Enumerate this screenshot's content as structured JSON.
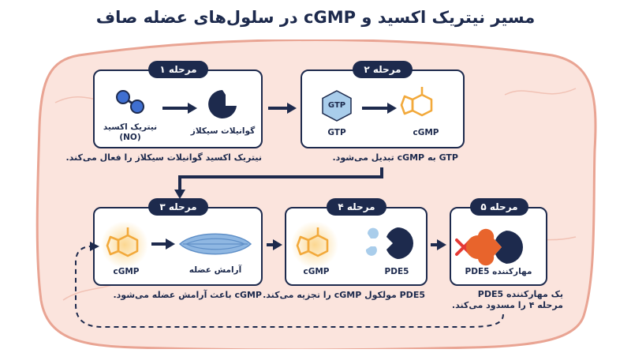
{
  "title": "مسیر نیتریک اکسید و cGMP در سلول‌های عضله صاف",
  "colors": {
    "navy": "#1d2a4d",
    "cell_fill": "#fbe4dd",
    "cell_border": "#e9a493",
    "molecule_orange": "#f2a93b",
    "no_blue": "#3f6fd1",
    "gtp_blue": "#a9cdeb",
    "muscle_blue": "#8fb7e2",
    "block_red": "#e53935",
    "inhibitor_orange": "#e8642c",
    "pde5_light": "#a9cdeb"
  },
  "steps": [
    {
      "tag": "مرحله ۱",
      "labels": [
        "نیتریک اکسید",
        "(NO)",
        "گوانیلات سیکلاز"
      ],
      "caption": "نیتریک اکسید گوانیلات سیکلاز را فعال می‌کند.",
      "icons": [
        "no-molecule-icon",
        "guanylate-cyclase-icon"
      ]
    },
    {
      "tag": "مرحله ۲",
      "labels": [
        "GTP",
        "GTP",
        "cGMP"
      ],
      "caption": "GTP به cGMP تبدیل می‌شود.",
      "icons": [
        "gtp-hexagon-icon",
        "cgmp-molecule-icon"
      ]
    },
    {
      "tag": "مرحله ۳",
      "labels": [
        "cGMP",
        "آرامش عضله"
      ],
      "caption": "cGMP باعث آرامش عضله می‌شود.",
      "icons": [
        "cgmp-molecule-icon",
        "relaxed-muscle-icon"
      ]
    },
    {
      "tag": "مرحله ۴",
      "labels": [
        "cGMP",
        "PDE5"
      ],
      "caption": "PDE5 مولکول cGMP را تجزیه می‌کند.",
      "icons": [
        "cgmp-molecule-icon",
        "pde5-enzyme-icon"
      ]
    },
    {
      "tag": "مرحله ۵",
      "labels": [
        "مهارکننده PDE5"
      ],
      "caption": "یک مهارکننده PDE5 مرحله ۴ را مسدود می‌کند.",
      "icons": [
        "blocked-cross-icon",
        "pde5-inhibitor-icon"
      ]
    }
  ]
}
